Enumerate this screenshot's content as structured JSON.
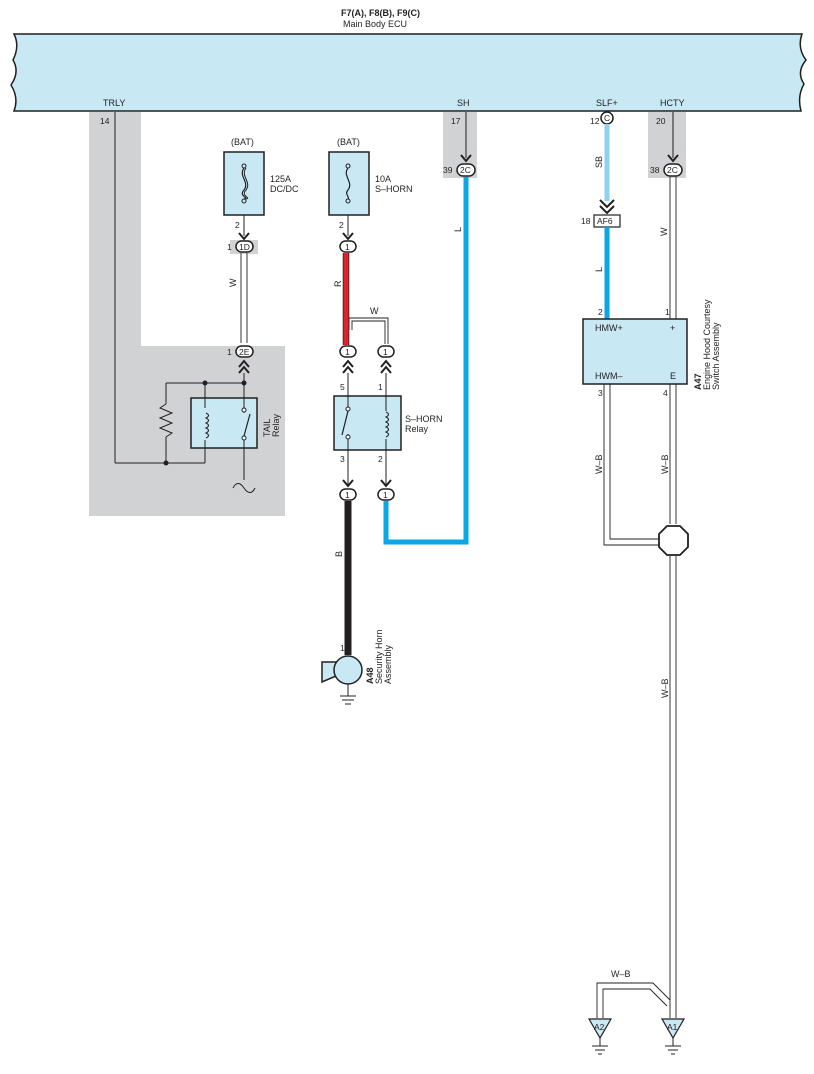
{
  "ecu": {
    "title": "F7(A), F8(B), F9(C)",
    "subtitle": "Main Body ECU",
    "terminals": {
      "trly": "TRLY",
      "sh": "SH",
      "slf": "SLF+",
      "hcty": "HCTY"
    },
    "pins": {
      "trly": "14",
      "sh": "17",
      "slf": "12",
      "hcty": "20"
    },
    "slf_code": "C"
  },
  "fuses": {
    "bat1": "(BAT)",
    "rating1": "125A",
    "name1": "DC/DC",
    "pin1": "2",
    "bat2": "(BAT)",
    "rating2": "10A",
    "name2": "S–HORN",
    "pin2": "2"
  },
  "connectors": {
    "c1d": "1D",
    "c1d_pin": "1",
    "c2e": "2E",
    "c2e_pin": "1",
    "c2c_sh": "2C",
    "c2c_sh_pin": "39",
    "c2c_hcty": "2C",
    "c2c_hcty_pin": "38",
    "af6": "AF6",
    "af6_pin": "18",
    "one": "1"
  },
  "wires": {
    "w_trly": "W",
    "r": "R",
    "w_relay": "W",
    "l_sh": "L",
    "b": "B",
    "sb": "SB",
    "l_slf": "L",
    "w_hcty": "W",
    "wb1": "W–B",
    "wb2": "W–B",
    "wb3": "W–B",
    "wb4": "W–B"
  },
  "tail_relay": {
    "name1": "TAIL",
    "name2": "Relay"
  },
  "shorn_relay": {
    "name1": "S–HORN",
    "name2": "Relay",
    "pin5": "5",
    "pin1": "1",
    "pin3": "3",
    "pin2": "2"
  },
  "switch": {
    "code": "A47",
    "name1": "Engine Hood Courtesy",
    "name2": "Switch Assembly",
    "t_hmwp": "HMW+",
    "t_plus": "+",
    "t_hwmm": "HWM–",
    "t_e": "E",
    "pin2": "2",
    "pin1": "1",
    "pin3": "3",
    "pin4": "4"
  },
  "horn": {
    "code": "A48",
    "name1": "Security Horn",
    "name2": "Assembly",
    "pin": "1"
  },
  "grounds": {
    "a1": "A1",
    "a2": "A2"
  },
  "colors": {
    "ecu_fill": "#c8e8f4",
    "gray": "#d1d2d3",
    "red": "#e2222a",
    "blue": "#0aa6e6",
    "light_blue": "#8fd1f1",
    "black": "#231f20"
  }
}
